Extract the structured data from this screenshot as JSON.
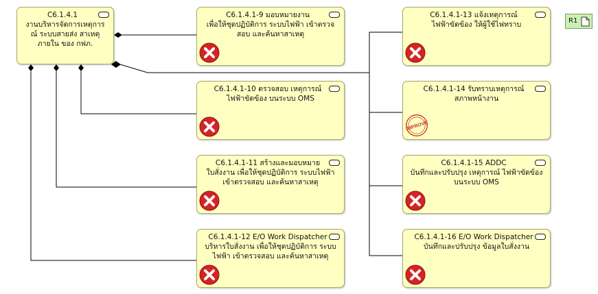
{
  "diagram": {
    "root": {
      "id": "C6.1.4.1",
      "description": "งานบริหารจัดการเหตุการ ณ์ ระบบสายส่ง สาเหตุภายใน ของ กฟภ."
    },
    "children": [
      {
        "key": "c9",
        "id": "C6.1.4.1-9",
        "title": "C6.1.4.1-9 มอบหมายงาน",
        "description": "เพื่อให้ชุดปฏิบัติการ ระบบไฟฟ้า เข้าตรวจสอบ และค้นหาสาเหตุ",
        "status_icon": "x-circle-icon"
      },
      {
        "key": "c10",
        "id": "C6.1.4.1-10",
        "title": "C6.1.4.1-10 ตรวจสอบ เหตุการณ์",
        "description": "ไฟฟ้าขัดข้อง บนระบบ OMS",
        "status_icon": "x-circle-icon"
      },
      {
        "key": "c11",
        "id": "C6.1.4.1-11",
        "title": "C6.1.4.1-11 สร้างและมอบหมาย",
        "description": "ใบสั่งงาน เพื่อให้ชุดปฏิบัติการ ระบบไฟฟ้า เข้าตรวจสอบ และค้นหาสาเหตุ",
        "status_icon": "x-circle-icon"
      },
      {
        "key": "c12",
        "id": "C6.1.4.1-12",
        "title": "C6.1.4.1-12 E/O Work Dispatcher",
        "description": "บริหารใบสั่งงาน เพื่อให้ชุดปฏิบัติการ ระบบไฟฟ้า เข้าตรวจสอบ และค้นหาสาเหตุ",
        "status_icon": "x-circle-icon"
      },
      {
        "key": "c13",
        "id": "C6.1.4.1-13",
        "title": "C6.1.4.1-13 แจ้งเหตุการณ์",
        "description": "ไฟฟ้าขัดข้อง ให้ผู้ใช้ไฟทราบ",
        "status_icon": "x-circle-icon"
      },
      {
        "key": "c14",
        "id": "C6.1.4.1-14",
        "title": "C6.1.4.1-14 รับทราบเหตุการณ์",
        "description": "สภาพหน้างาน",
        "status_icon": "improve-stamp-icon",
        "stamp_text": "IMPROVE"
      },
      {
        "key": "c15",
        "id": "C6.1.4.1-15",
        "title": "C6.1.4.1-15 ADDC",
        "description": "บันทึกและปรับปรุง เหตุการณ์ ไฟฟ้าขัดข้อง บนระบบ OMS",
        "status_icon": "x-circle-icon"
      },
      {
        "key": "c16",
        "id": "C6.1.4.1-16",
        "title": "C6.1.4.1-16 E/O Work Dispatcher",
        "description": "บันทึกและปรับปรุง ข้อมูลใบสั่งงาน",
        "status_icon": "x-circle-icon"
      }
    ],
    "legend": {
      "label": "R1",
      "icon": "document-icon"
    },
    "colors": {
      "box_fill": "#ffffc2",
      "box_border": "#a8a870",
      "x_icon": "#d42424",
      "stamp": "#c03a2b",
      "legend_fill": "#ccf0b4"
    }
  }
}
